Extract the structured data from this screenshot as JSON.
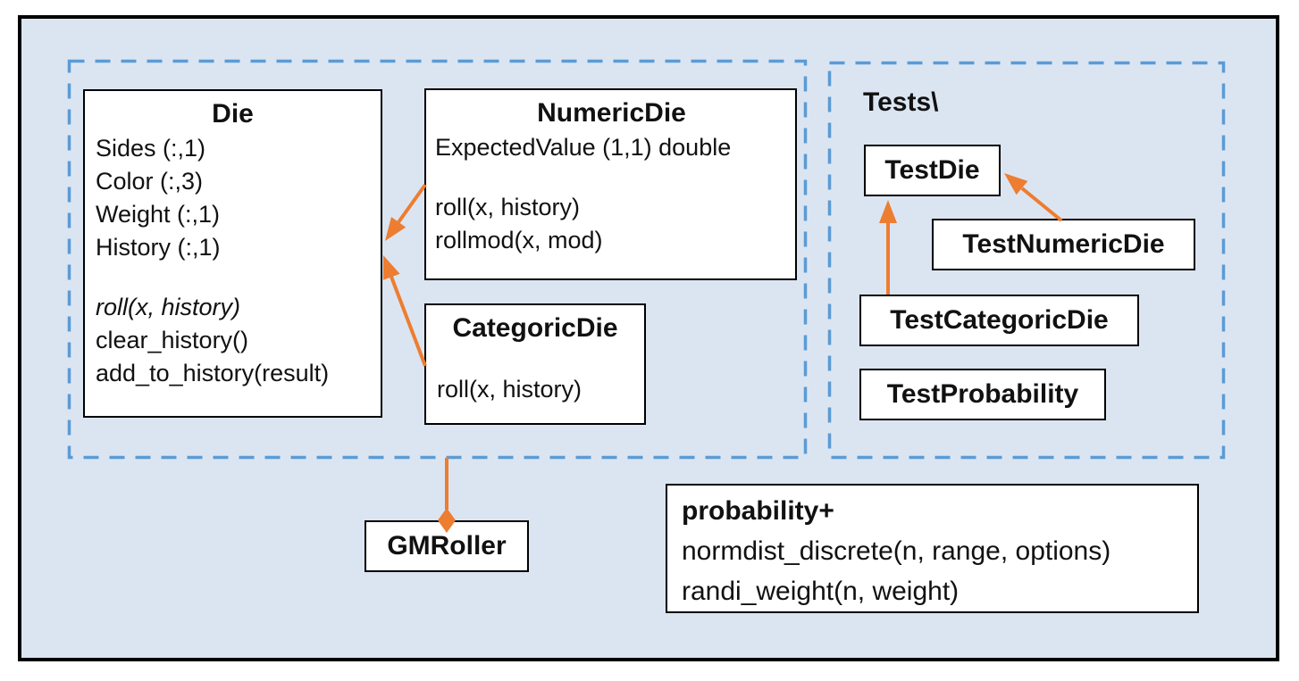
{
  "colors": {
    "background": "#dbe5f2",
    "panel_border": "#5b9bd5",
    "accent_orange": "#ed7d31",
    "box_border": "#000000",
    "box_fill": "#ffffff",
    "frame_border": "#000000",
    "text": "#111111"
  },
  "main_panel": {
    "die": {
      "title": "Die",
      "attributes": [
        "Sides (:,1)",
        "Color (:,3)",
        "Weight (:,1)",
        "History (:,1)"
      ],
      "methods": [
        "roll(x, history)",
        "clear_history()",
        "add_to_history(result)"
      ]
    },
    "numeric_die": {
      "title": "NumericDie",
      "attributes": [
        "ExpectedValue (1,1) double"
      ],
      "methods": [
        "roll(x, history)",
        "rollmod(x, mod)"
      ]
    },
    "categoric_die": {
      "title": "CategoricDie",
      "methods": [
        "roll(x, history)"
      ]
    }
  },
  "tests_panel": {
    "label": "Tests\\",
    "classes": [
      "TestDie",
      "TestNumericDie",
      "TestCategoricDie",
      "TestProbability"
    ]
  },
  "gmroller": {
    "title": "GMRoller"
  },
  "probability": {
    "title": "probability+",
    "functions": [
      "normdist_discrete(n, range, options)",
      "randi_weight(n, weight)"
    ]
  },
  "relationships": [
    {
      "from": "NumericDie",
      "to": "Die",
      "type": "inheritance"
    },
    {
      "from": "CategoricDie",
      "to": "Die",
      "type": "inheritance"
    },
    {
      "from": "TestNumericDie",
      "to": "TestDie",
      "type": "inheritance"
    },
    {
      "from": "TestCategoricDie",
      "to": "TestDie",
      "type": "inheritance"
    },
    {
      "from": "GMRoller",
      "to": "die package",
      "type": "composition"
    }
  ]
}
